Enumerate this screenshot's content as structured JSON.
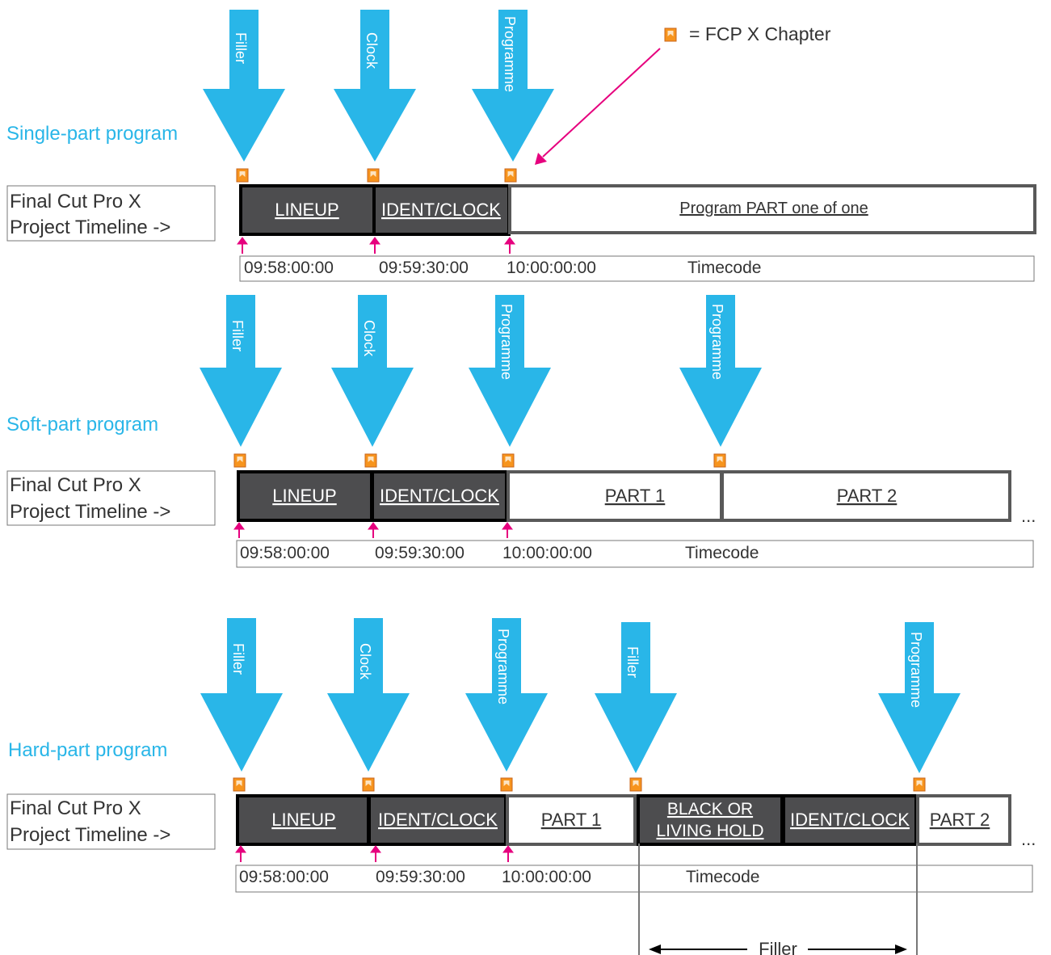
{
  "legend": {
    "label": "= FCP X Chapter"
  },
  "colors": {
    "arrow": "#29b6e8",
    "pink": "#e6007e",
    "dark_clip": "#4d4d4f",
    "clip_border": "#595959",
    "chapter_orange": "#f7941d",
    "text": "#333333"
  },
  "sections": [
    {
      "title": "Single-part program",
      "timeline_label_1": "Final Cut Pro X",
      "timeline_label_2": "Project Timeline ->",
      "arrows": [
        "Filler",
        "Clock",
        "Programme"
      ],
      "clips": [
        "LINEUP",
        "IDENT/CLOCK",
        "Program PART one of one"
      ],
      "timecodes": [
        "09:58:00:00",
        "09:59:30:00",
        "10:00:00:00"
      ],
      "timecode_label": "Timecode"
    },
    {
      "title": "Soft-part program",
      "timeline_label_1": "Final Cut Pro X",
      "timeline_label_2": "Project Timeline ->",
      "arrows": [
        "Filler",
        "Clock",
        "Programme",
        "Programme"
      ],
      "clips": [
        "LINEUP",
        "IDENT/CLOCK",
        "PART 1",
        "PART 2"
      ],
      "continuation": "...",
      "timecodes": [
        "09:58:00:00",
        "09:59:30:00",
        "10:00:00:00"
      ],
      "timecode_label": "Timecode"
    },
    {
      "title": "Hard-part program",
      "timeline_label_1": "Final Cut Pro X",
      "timeline_label_2": "Project Timeline ->",
      "arrows": [
        "Filler",
        "Clock",
        "Programme",
        "Filler",
        "Programme"
      ],
      "clips": [
        "LINEUP",
        "IDENT/CLOCK",
        "PART 1",
        "BLACK OR",
        "LIVING HOLD",
        "IDENT/CLOCK",
        "PART 2"
      ],
      "continuation": "...",
      "timecodes": [
        "09:58:00:00",
        "09:59:30:00",
        "10:00:00:00"
      ],
      "timecode_label": "Timecode",
      "span_label": "Filler"
    }
  ]
}
